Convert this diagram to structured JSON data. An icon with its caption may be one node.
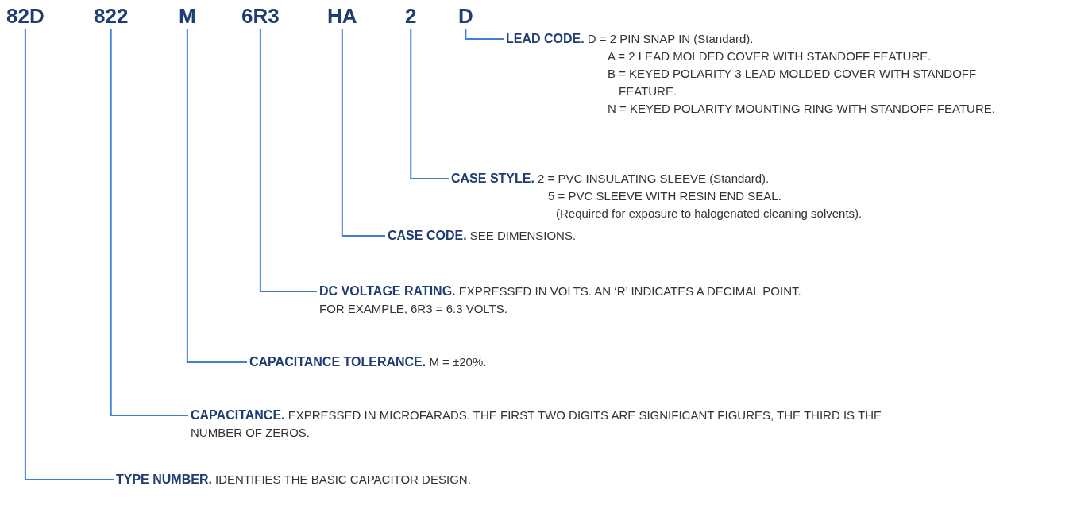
{
  "diagram": {
    "nodes": [
      {
        "text": [
          "82D"
        ]
      },
      {
        "text": [
          "822"
        ]
      },
      {
        "text": [
          "M"
        ]
      },
      {
        "text": [
          "6R3"
        ]
      },
      {
        "text": [
          "HA"
        ]
      },
      {
        "text": [
          "2"
        ]
      },
      {
        "text": [
          "D"
        ]
      },
      {
        "text": [
          "LEAD CODE.",
          "D = 2 PIN SNAP IN (Standard).",
          "A = 2 LEAD MOLDED COVER WITH STANDOFF FEATURE.",
          "B = KEYED POLARITY 3 LEAD MOLDED COVER WITH STANDOFF FEATURE.",
          "N = KEYED POLARITY MOUNTING RING WITH STANDOFF FEATURE."
        ]
      },
      {
        "text": [
          "CASE STYLE.",
          "2 = PVC INSULATING SLEEVE (Standard).",
          "5 = PVC SLEEVE WITH RESIN END SEAL.",
          "(Required for exposure to halogenated cleaning solvents)."
        ]
      },
      {
        "text": [
          "CASE CODE.",
          "SEE DIMENSIONS."
        ]
      },
      {
        "text": [
          "DC VOLTAGE RATING.",
          "EXPRESSED IN VOLTS. AN ‘R’ INDICATES A DECIMAL POINT.",
          "FOR EXAMPLE, 6R3 = 6.3 VOLTS."
        ]
      },
      {
        "text": [
          "CAPACITANCE TOLERANCE.",
          "M = ±20%."
        ]
      },
      {
        "text": [
          "CAPACITANCE.",
          "EXPRESSED IN MICROFARADS. THE FIRST TWO DIGITS ARE SIGNIFICANT FIGURES, THE THIRD IS THE NUMBER OF ZEROS."
        ]
      },
      {
        "text": [
          "TYPE NUMBER.",
          "IDENTIFIES THE BASIC CAPACITOR DESIGN."
        ]
      }
    ],
    "edges": [
      {
        "from": 6,
        "to": 7,
        "arrow": "none"
      },
      {
        "from": 5,
        "to": 8,
        "arrow": "none"
      },
      {
        "from": 4,
        "to": 9,
        "arrow": "none"
      },
      {
        "from": 3,
        "to": 10,
        "arrow": "none"
      },
      {
        "from": 2,
        "to": 11,
        "arrow": "none"
      },
      {
        "from": 1,
        "to": 12,
        "arrow": "none"
      },
      {
        "from": 0,
        "to": 13,
        "arrow": "none"
      }
    ]
  }
}
